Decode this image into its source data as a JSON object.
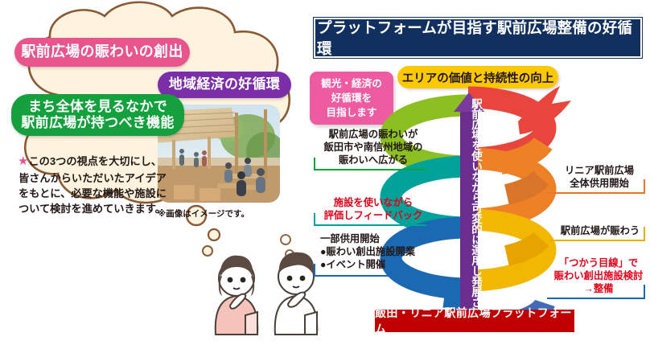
{
  "left_panel": {
    "badges": [
      {
        "id": "nigiwai",
        "label": "駅前広場の賑わいの創出",
        "color": "#e8558d"
      },
      {
        "id": "keizai",
        "label": "地域経済の好循環",
        "color": "#7a2fa8"
      },
      {
        "id": "machi",
        "label": "まち全体を見るなかで\n駅前広場が持つべき機能",
        "color": "#14a13d"
      }
    ],
    "badge_machi_line1": "まち全体を見るなかで",
    "badge_machi_line2": "駅前広場が持つべき機能",
    "note": {
      "star": "★",
      "line1": "この3つの視点を大切にし、",
      "line2": "皆さんからいただいたアイデア",
      "line3": "をもとに、必要な機能や施設に",
      "line4": "ついて検討を進めていきます。"
    },
    "image_caption": "※画像はイメージです。"
  },
  "right_panel": {
    "title": "プラットフォームが目指す駅前広場整備の好循環",
    "title_bg": "#12305f",
    "pink_box": {
      "line1": "観光・経済の",
      "line2": "好循環を",
      "line3": "目指します",
      "color": "#ef5ba1"
    },
    "yellow_pill": {
      "label": "エリアの価値と持続性の向上",
      "color": "#fcc800"
    },
    "vertical_arrow_text": "駅前広場を使いながら可変的に運用し発展させていく",
    "vertical_arrow_color": "#6b2d8e",
    "callouts_left": [
      {
        "id": "hirogaru",
        "color": "#231815",
        "bar_color": "#14a13d",
        "lines": [
          "駅前広場の賑わいが",
          "飯田市や南信州地域の",
          "賑わいへ広がる"
        ]
      },
      {
        "id": "feedback",
        "color": "#e2001a",
        "bar_color": "#00a29a",
        "lines": [
          "施設を使いながら",
          "評価しフィードバック"
        ]
      },
      {
        "id": "ichibu",
        "color": "#231815",
        "bar_color": "#1b68b3",
        "lines": [
          "一部供用開始",
          "●賑わい創出施設開業",
          "●イベント開催"
        ]
      }
    ],
    "callouts_right": [
      {
        "id": "linear",
        "color": "#231815",
        "bar_color": "#e8742c",
        "lines": [
          "リニア駅前広場",
          "全体供用開始"
        ]
      },
      {
        "id": "nigiwau",
        "color": "#231815",
        "bar_color": "#e5b100",
        "lines": [
          "駅前広場が賑わう"
        ]
      },
      {
        "id": "tsukau",
        "color": "#e2001a",
        "bar_color": "#1b68b3",
        "lines": [
          "「つかう目線」で",
          "賑わい創出施設検討",
          "→整備"
        ]
      }
    ],
    "red_bar": {
      "label": "飯田・リニア駅前広場プラットフォーム",
      "color": "#c00000"
    },
    "spiral_colors": {
      "green": "#8cc022",
      "teal": "#00a29a",
      "blue": "#1b68b3",
      "red": "#e8453c",
      "orange": "#ee8026",
      "yellow": "#f2b700",
      "orange_dark": "#d9752a",
      "blue_dark": "#3f6cb5"
    }
  }
}
